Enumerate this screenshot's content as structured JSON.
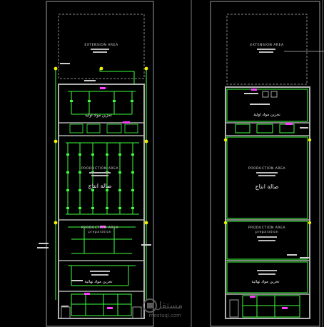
{
  "drawing": {
    "left_plan": {
      "extension_label": "EXTENSION AREA",
      "production_label": "PRODUCTION AREA",
      "production_arabic": "صالة انتاج",
      "storage_arabic_top": "تخزين مواد اولية",
      "production2_label": "PRODUCTION AREA",
      "preparation_label": "preparation",
      "storage_arabic_bottom": "تخزين مواد نهائية"
    },
    "right_plan": {
      "extension_label": "EXTENSION AREA",
      "storage_arabic_top": "تخزين مواد اولية",
      "production_label": "PRODUCTION AREA",
      "production_arabic": "صالة انتاج",
      "production2_label": "PRODUCTION AREA",
      "preparation_label": "preparation",
      "storage_arabic_bottom": "تخزين مواد نهائية"
    },
    "watermark": {
      "brand": "مستقل",
      "site": "mostaql.com"
    },
    "colors": {
      "background": "#000000",
      "wall": "#9a9a9a",
      "electrical": "#3cff3c",
      "fixture_yellow": "#f0f000",
      "tag_magenta": "#ff3cff",
      "text": "#d8d8d8"
    }
  }
}
